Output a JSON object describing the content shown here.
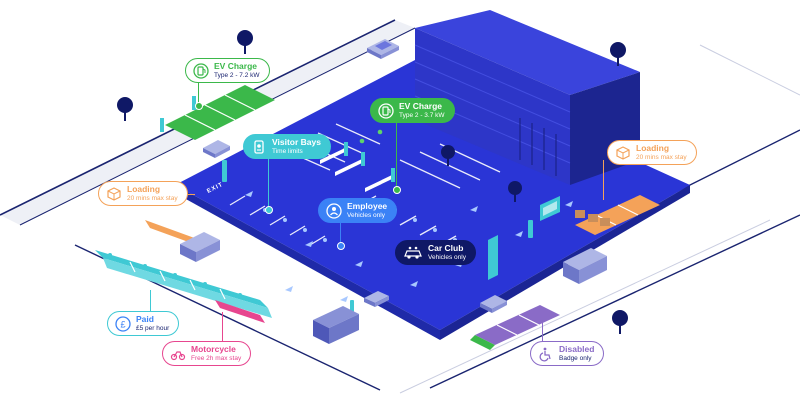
{
  "colors": {
    "ground": "#2a35d6",
    "ground_dark": "#1f2aa8",
    "building": "#2d36c8",
    "building_dark": "#1c2590",
    "green": "#3bb84a",
    "teal": "#3fc9d4",
    "orange": "#f4a259",
    "blue_label": "#3b82f6",
    "pink": "#e7468f",
    "purple": "#8a6bc7",
    "navy": "#0f1866",
    "light_blue": "#a8c8ff"
  },
  "callouts": {
    "ev_charge_1": {
      "title": "EV Charge",
      "sub": "Type 2 - 7.2 kW",
      "icon": "ev-charger-icon"
    },
    "ev_charge_2": {
      "title": "EV Charge",
      "sub": "Type 2 - 3.7 kW",
      "icon": "ev-charger-icon"
    },
    "visitor_bays": {
      "title": "Visitor Bays",
      "sub": "Time limits",
      "icon": "visitor-badge-icon"
    },
    "loading_left": {
      "title": "Loading",
      "sub": "20 mins max stay",
      "icon": "box-icon"
    },
    "loading_right": {
      "title": "Loading",
      "sub": "20 mins max stay",
      "icon": "box-icon"
    },
    "employee": {
      "title": "Employee",
      "sub": "Vehicles only",
      "icon": "person-icon"
    },
    "car_club": {
      "title": "Car Club",
      "sub": "Vehicles only",
      "icon": "car-club-icon"
    },
    "paid": {
      "title": "Paid",
      "sub": "£5 per hour",
      "icon": "pound-icon"
    },
    "motorcycle": {
      "title": "Motorcycle",
      "sub": "Free 2h max stay",
      "icon": "motorcycle-icon"
    },
    "disabled": {
      "title": "Disabled",
      "sub": "Badge only",
      "icon": "wheelchair-icon"
    }
  },
  "scene_text": {
    "exit": "EXIT"
  }
}
